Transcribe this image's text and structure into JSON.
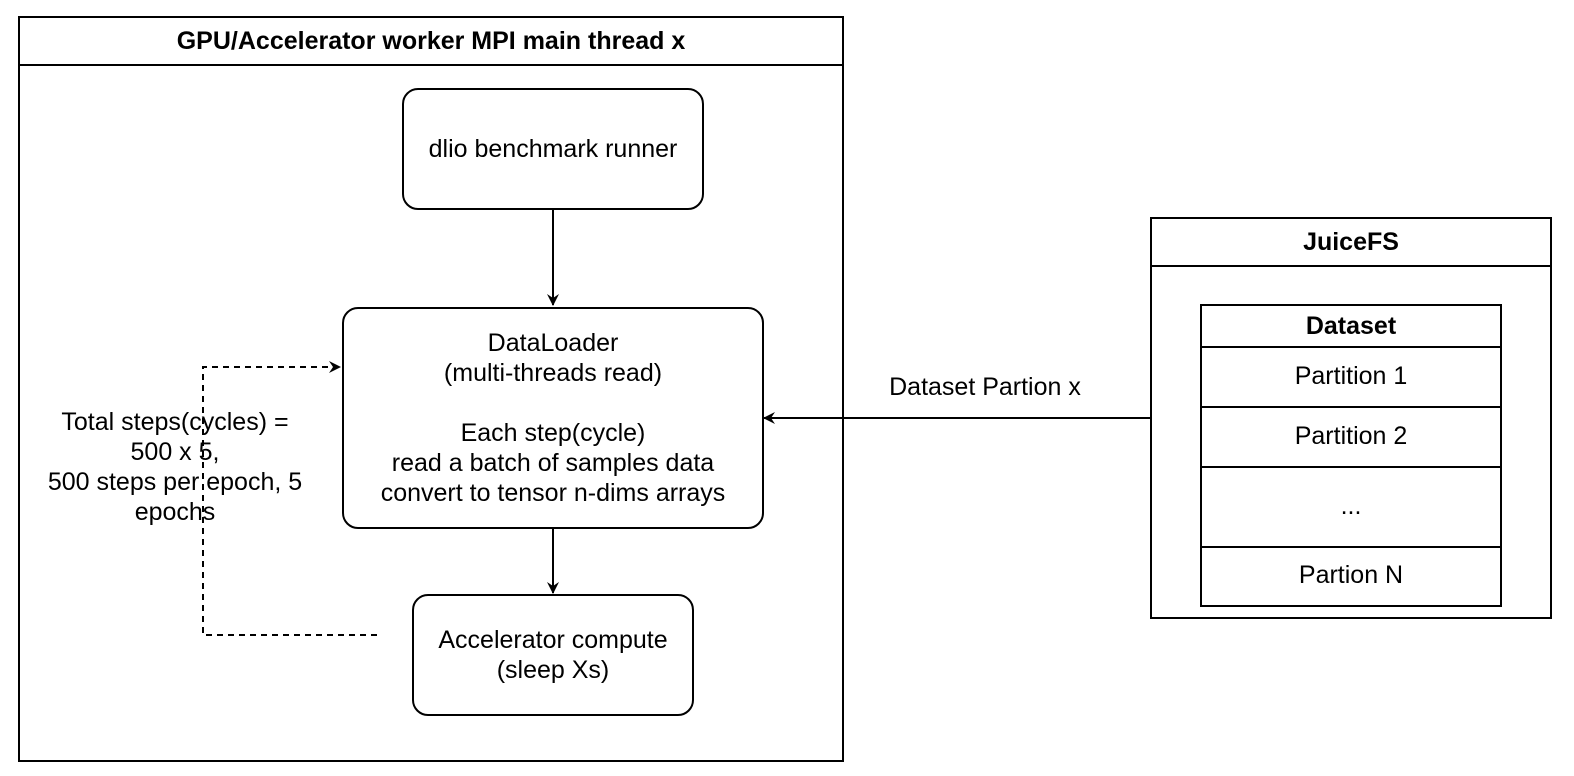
{
  "colors": {
    "stroke": "#000000",
    "background": "#ffffff"
  },
  "worker": {
    "title": "GPU/Accelerator worker MPI main thread x",
    "runner": "dlio benchmark runner",
    "dataloader": {
      "line1": "DataLoader",
      "line2": "(multi-threads read)",
      "line3": "Each step(cycle)",
      "line4": "read a batch of samples data",
      "line5": "convert to tensor n-dims arrays"
    },
    "compute": {
      "line1": "Accelerator compute",
      "line2": "(sleep Xs)"
    },
    "loop_label": {
      "line1": "Total steps(cycles) =",
      "line2": "500 x 5,",
      "line3": "500 steps per epoch, 5",
      "line4": "epochs"
    }
  },
  "edge_label": "Dataset Partion x",
  "juicefs": {
    "title": "JuiceFS",
    "dataset": {
      "title": "Dataset",
      "rows": [
        "Partition 1",
        "Partition 2",
        "...",
        "Partion N"
      ]
    }
  }
}
